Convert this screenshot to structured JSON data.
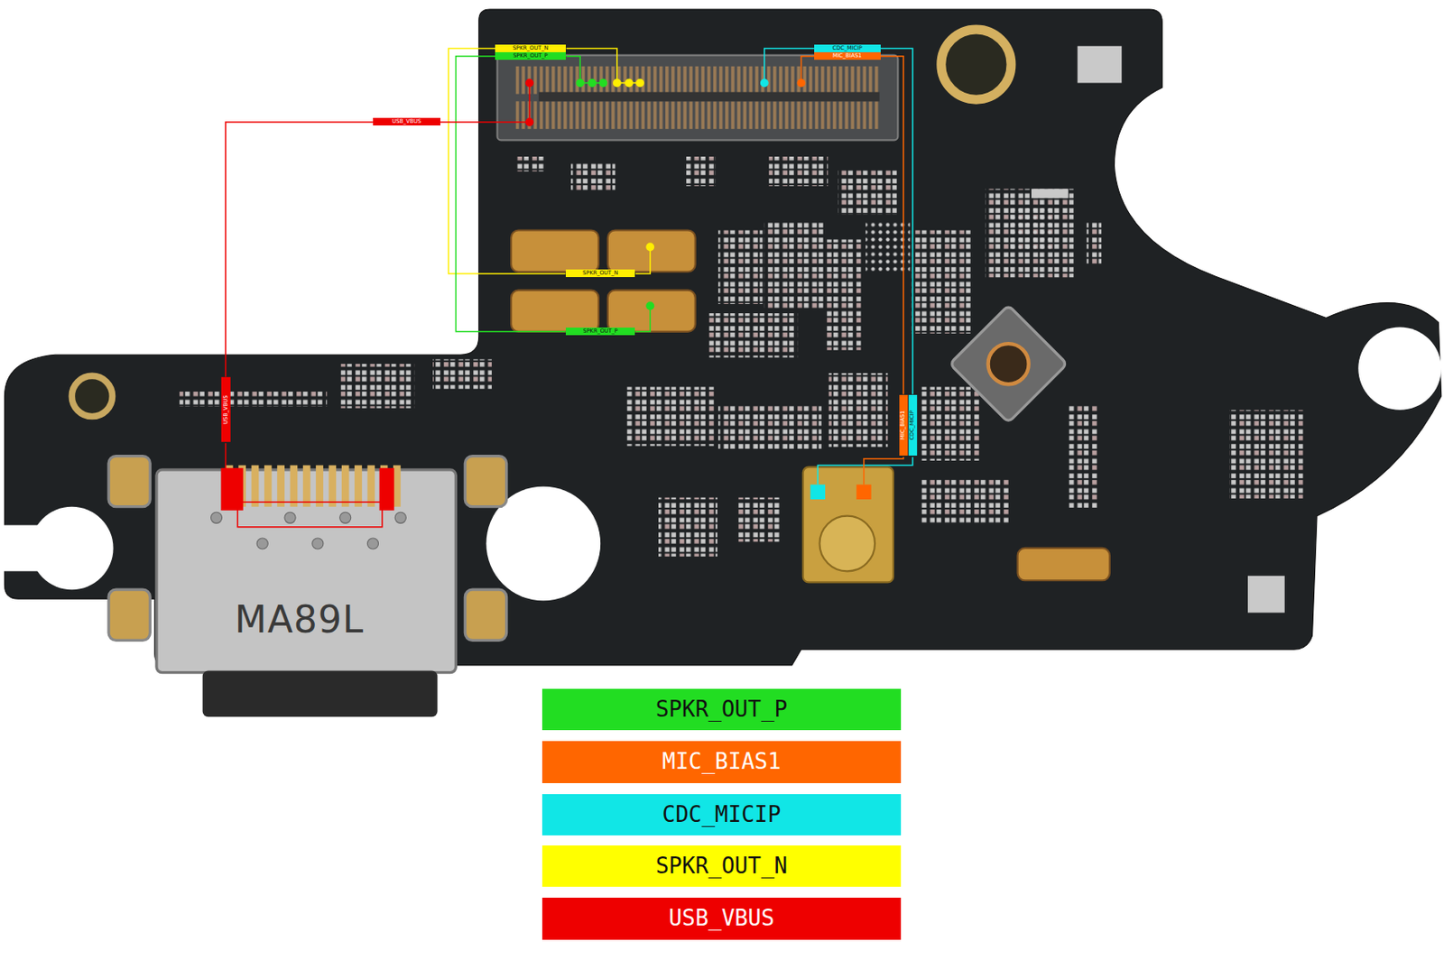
{
  "diagram": {
    "labels": [
      "SPKR_OUT_N",
      "SPKR_OUT_P",
      "CDC_MICIP",
      "MIC_BIAS1",
      "USB_VBUS",
      "SPKR_OUT_N",
      "SPKR_OUT_P",
      "USB_VBUS",
      "MIC_BIAS1",
      "CDC_MICIP",
      "MA89L"
    ],
    "legend": [
      {
        "text": "SPKR_OUT_P",
        "color": "#22dd22"
      },
      {
        "text": "MIC_BIAS1",
        "color": "#ff6600"
      },
      {
        "text": "CDC_MICIP",
        "color": "#11e6e6"
      },
      {
        "text": "SPKR_OUT_N",
        "color": "#ffff00"
      },
      {
        "text": "USB_VBUS",
        "color": "#ee0000"
      }
    ]
  }
}
